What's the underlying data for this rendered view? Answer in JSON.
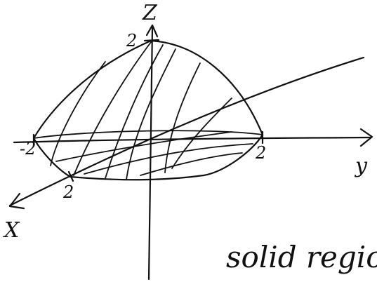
{
  "diagram": {
    "axes": {
      "z_label": "Z",
      "x_label": "X",
      "y_label": "y"
    },
    "ticks": {
      "z_top": "2",
      "y_left": "-2",
      "y_right": "2",
      "x_front": "2"
    },
    "caption": "solid regio"
  }
}
